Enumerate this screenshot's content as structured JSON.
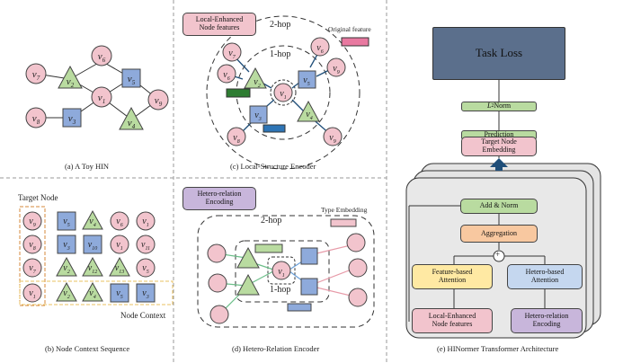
{
  "panels": {
    "a": {
      "caption": "(a) A Toy HIN"
    },
    "b": {
      "caption": "(b) Node Context Sequence",
      "target_node": "Target Node",
      "node_context": "Node Context"
    },
    "c": {
      "caption": "(c) Local-Structure Encoder",
      "tag": "Local-Enhanced\nNode features",
      "hop2": "2-hop",
      "hop1": "1-hop",
      "original_feature": "Original feature"
    },
    "d": {
      "caption": "(d) Hetero-Relation Encoder",
      "tag": "Hetero-relation\nEncoding",
      "hop2": "2-hop",
      "hop1": "1-hop",
      "type_embedding": "Type Embedding"
    },
    "e": {
      "caption": "(e) HINormer Transformer Architecture",
      "task_loss": "Task Loss",
      "l2_norm": "L2 Norm",
      "prediction": "Prediction",
      "target_embedding": "Target Node\nEmbedding",
      "add_norm": "Add & Norm",
      "aggregation": "Aggregation",
      "plus": "+",
      "feature_attention": "Feature-based\nAttention",
      "hetero_attention": "Hetero-based\nAttention",
      "local_features": "Local-Enhanced\nNode features",
      "hetero_encoding": "Hetero-relation\nEncoding"
    }
  },
  "colors": {
    "pink": "#f2c4cd",
    "green": "#b9dba0",
    "blue": "#8eaadb",
    "purple": "#c8b6db",
    "slate": "#5b6f8c",
    "yellow": "#ffe9a3",
    "orange": "#f8c8a0",
    "arrow": "#1f4e79"
  }
}
